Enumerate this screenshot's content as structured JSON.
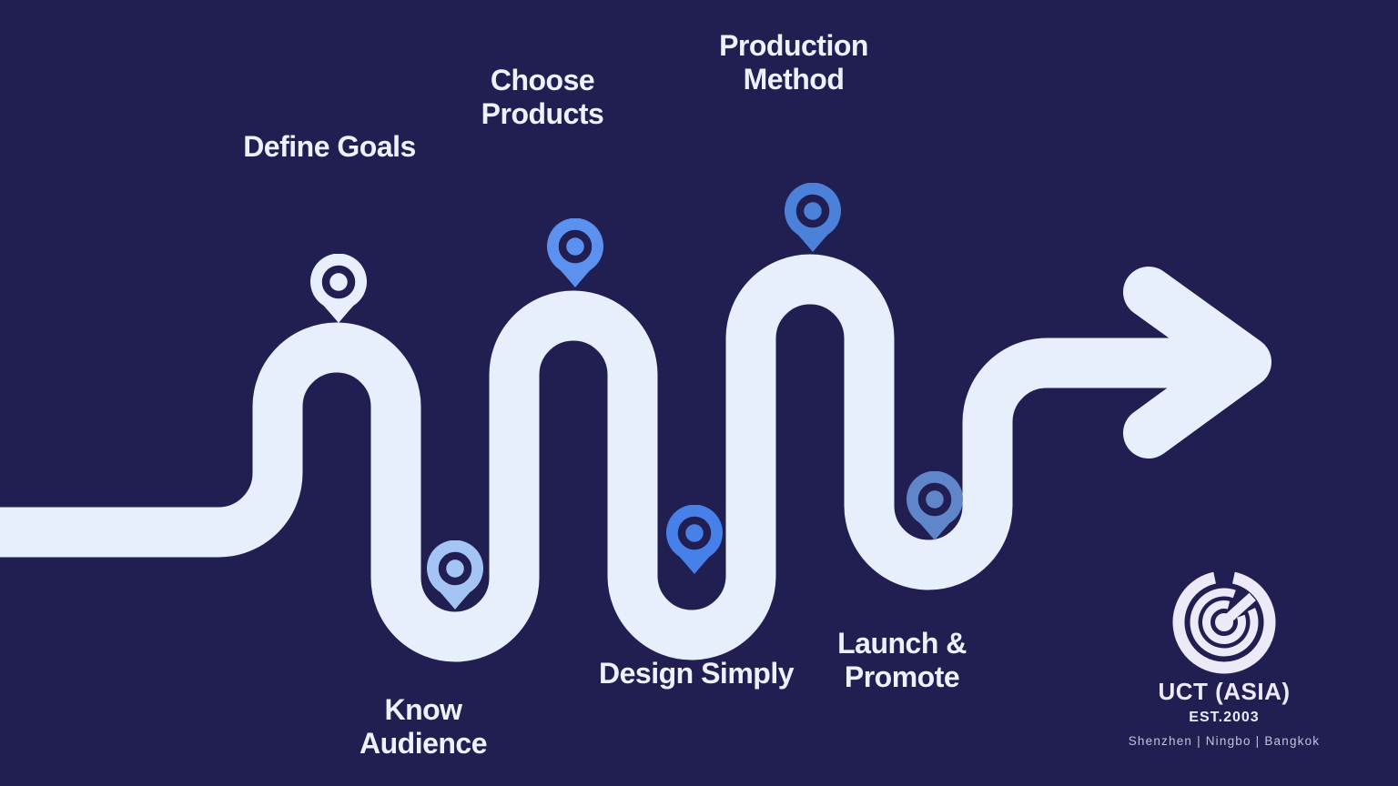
{
  "colors": {
    "background": "#211e52",
    "road": "#e8effc",
    "label_text": "#eef1fb",
    "pin_ring": "#211e52",
    "logo_mark": "#ece9f8",
    "logo_text": "#ece9f8",
    "logo_tagline": "#bfc3de"
  },
  "steps": [
    {
      "id": "define-goals",
      "line1": "Define Goals",
      "line2": "",
      "pin_color": "#e8effc"
    },
    {
      "id": "know-audience",
      "line1": "Know",
      "line2": "Audience",
      "pin_color": "#a4c4f6"
    },
    {
      "id": "choose-products",
      "line1": "Choose",
      "line2": "Products",
      "pin_color": "#5c91ef"
    },
    {
      "id": "design-simply",
      "line1": "Design Simply",
      "line2": "",
      "pin_color": "#4680e8"
    },
    {
      "id": "production-method",
      "line1": "Production",
      "line2": "Method",
      "pin_color": "#4c81da"
    },
    {
      "id": "launch-promote",
      "line1": "Launch &",
      "line2": "Promote",
      "pin_color": "#5e86c9"
    }
  ],
  "logo": {
    "company": "UCT (ASIA)",
    "established": "EST.2003",
    "tagline": "Shenzhen | Ningbo | Bangkok"
  }
}
